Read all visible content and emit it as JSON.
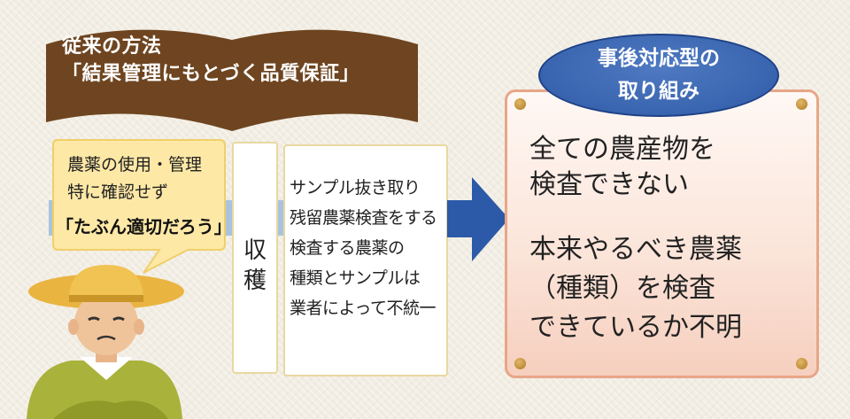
{
  "header": {
    "line1": "従来の方法",
    "line2": "「結果管理にもとづく品質保証」"
  },
  "bubble": {
    "line1": "農薬の使用・管理",
    "line2": "特に確認せず",
    "line3": "「たぶん適切だろう」"
  },
  "harvest": {
    "char1": "収",
    "char2": "穫"
  },
  "sample": {
    "lines": [
      "サンプル抜き取り",
      "残留農薬検査をする",
      "検査する農薬の",
      "種類とサンプルは",
      "業者によって不統一"
    ]
  },
  "response": {
    "title_line1": "事後対応型の",
    "title_line2": "取り組み",
    "lines": [
      "全ての農産物を",
      "検査できない",
      "本来やるべき農薬",
      "（種類）を検査",
      "できているか不明"
    ]
  },
  "colors": {
    "book": "#6e4520",
    "band": "#a9c3de",
    "bubble_fill": "#fde8a6",
    "arrow": "#2c5aa8",
    "ellipse": "#2f5aa6",
    "panel_border": "#e8a688"
  }
}
